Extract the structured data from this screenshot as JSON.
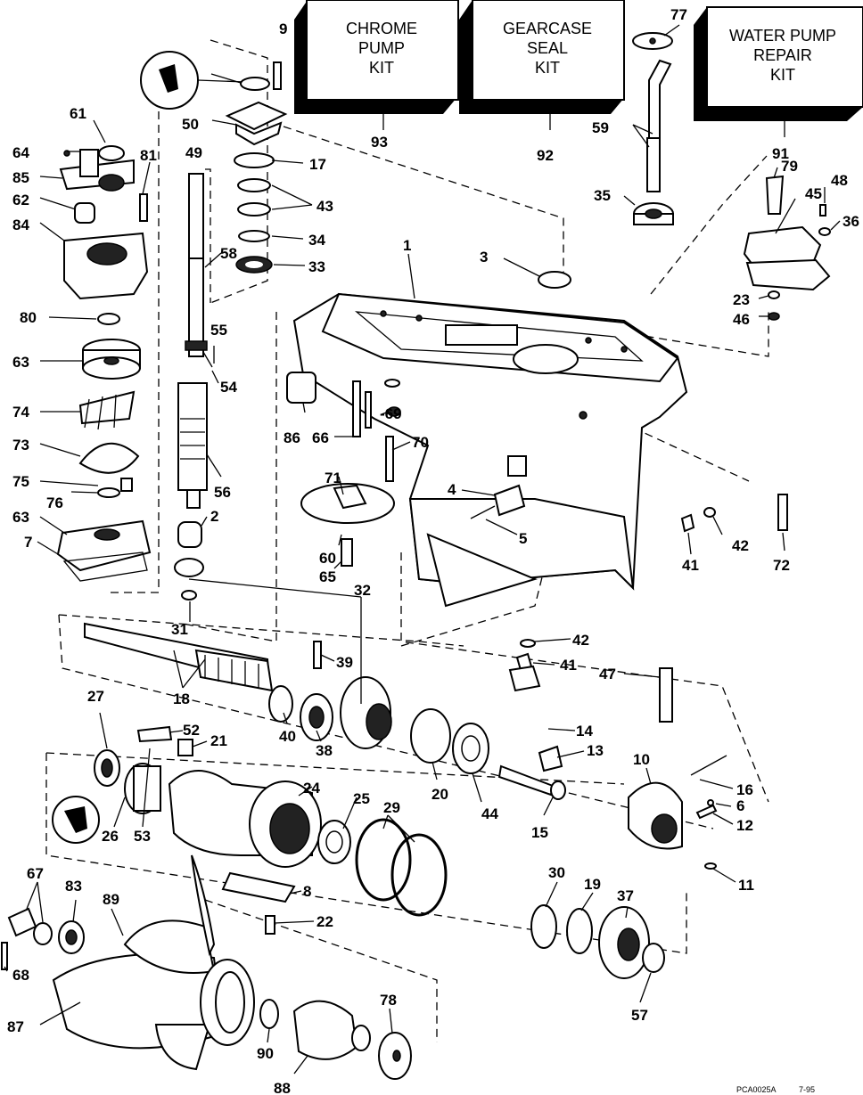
{
  "kits": [
    {
      "lines": [
        "CHROME",
        "PUMP",
        "KIT"
      ],
      "number": "93"
    },
    {
      "lines": [
        "GEARCASE",
        "SEAL",
        "KIT"
      ],
      "number": "92"
    },
    {
      "lines": [
        "WATER PUMP",
        "REPAIR",
        "KIT"
      ],
      "number": "91"
    }
  ],
  "callouts": {
    "c1": "1",
    "c2": "2",
    "c3": "3",
    "c4": "4",
    "c5": "5",
    "c6": "6",
    "c7": "7",
    "c8": "8",
    "c9": "9",
    "c10": "10",
    "c11": "11",
    "c12": "12",
    "c13": "13",
    "c14": "14",
    "c15": "15",
    "c16": "16",
    "c17": "17",
    "c18": "18",
    "c19": "19",
    "c20": "20",
    "c21": "21",
    "c22": "22",
    "c23": "23",
    "c24": "24",
    "c25": "25",
    "c26": "26",
    "c27": "27",
    "c29": "29",
    "c30": "30",
    "c31": "31",
    "c32": "32",
    "c33": "33",
    "c34": "34",
    "c35": "35",
    "c36": "36",
    "c37": "37",
    "c38": "38",
    "c39": "39",
    "c40": "40",
    "c41a": "41",
    "c41b": "41",
    "c42a": "42",
    "c42b": "42",
    "c43": "43",
    "c44": "44",
    "c45": "45",
    "c46": "46",
    "c47": "47",
    "c48": "48",
    "c49": "49",
    "c50": "50",
    "c52": "52",
    "c53": "53",
    "c54": "54",
    "c55": "55",
    "c56": "56",
    "c57": "57",
    "c58": "58",
    "c59": "59",
    "c60": "60",
    "c61": "61",
    "c62": "62",
    "c63a": "63",
    "c63b": "63",
    "c64": "64",
    "c65": "65",
    "c66": "66",
    "c67": "67",
    "c68": "68",
    "c69": "-69",
    "c70": "70",
    "c71": "71",
    "c72": "72",
    "c73": "73",
    "c74": "74",
    "c75": "75",
    "c76": "76",
    "c77": "77",
    "c78": "78",
    "c79": "79",
    "c80": "80",
    "c81": "81",
    "c83": "83",
    "c84": "84",
    "c85": "85",
    "c86": "86",
    "c87": "87",
    "c88": "88",
    "c89": "89",
    "c90": "90"
  },
  "footer": {
    "code": "PCA0025A",
    "date": "7-95"
  }
}
